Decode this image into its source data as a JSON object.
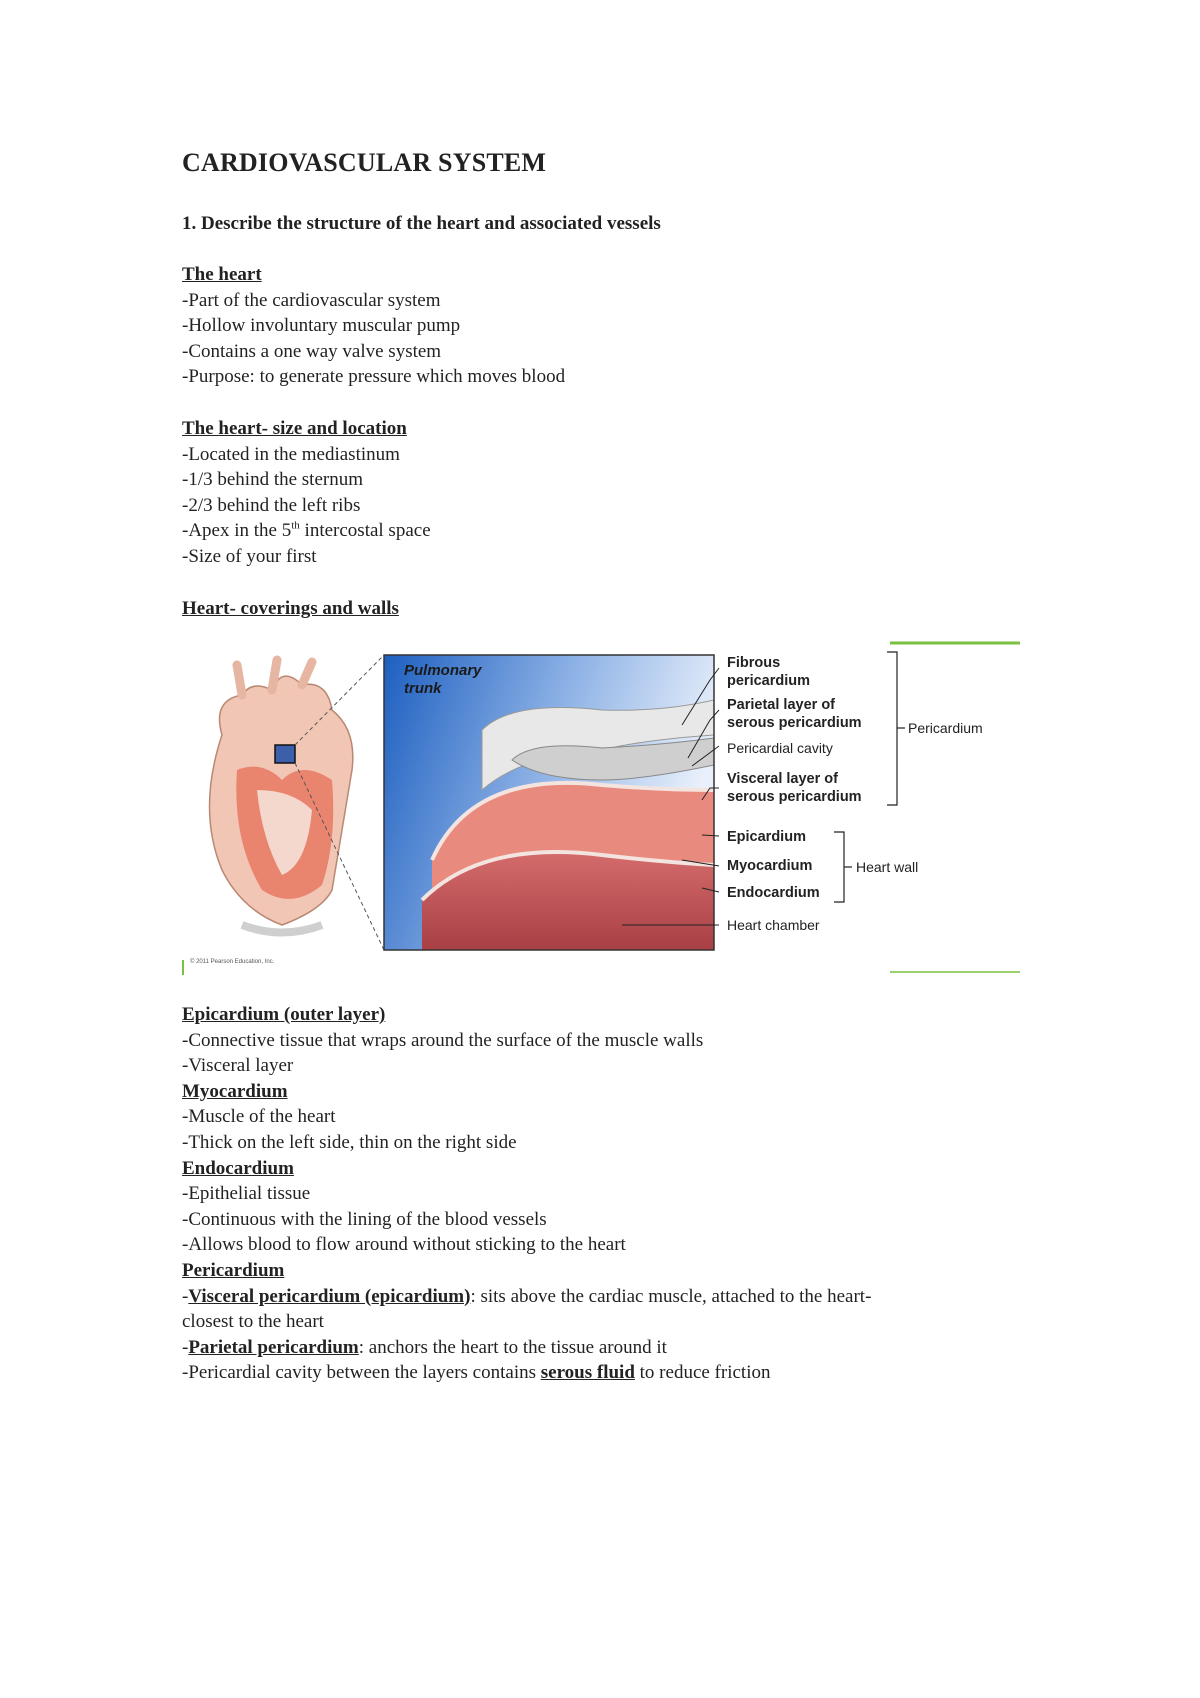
{
  "title": "CARDIOVASCULAR SYSTEM",
  "question": "1. Describe the structure of the heart and associated vessels",
  "sections": {
    "heart": {
      "heading": "The heart",
      "lines": [
        "-Part of the cardiovascular system",
        "-Hollow involuntary muscular pump",
        "-Contains a one way valve system",
        "-Purpose: to generate pressure which moves blood"
      ]
    },
    "size_location": {
      "heading": "The heart- size and location",
      "lines": [
        "-Located in the mediastinum",
        "-1/3 behind the sternum",
        "-2/3 behind the left ribs"
      ],
      "apex_pre": "-Apex in the 5",
      "apex_sup": "th",
      "apex_post": " intercostal space",
      "last": "-Size of your first"
    },
    "coverings": {
      "heading": "Heart- coverings and walls"
    },
    "epicardium": {
      "heading": "Epicardium (outer layer)",
      "lines": [
        "-Connective tissue that wraps around the surface of the muscle walls",
        "-Visceral layer"
      ]
    },
    "myocardium": {
      "heading": "Myocardium ",
      "lines": [
        "-Muscle of the heart",
        "-Thick on the left side, thin on the right side"
      ]
    },
    "endocardium": {
      "heading": "Endocardium",
      "lines": [
        "-Epithelial tissue",
        "-Continuous with the lining of the blood vessels",
        "-Allows blood to flow around without sticking to the heart"
      ]
    },
    "pericardium": {
      "heading": "Pericardium",
      "visceral_term": "Visceral pericardium (epicardium)",
      "visceral_text": ": sits above the cardiac muscle, attached to the heart-",
      "visceral_cont": "closest to the heart",
      "parietal_term": "Parietal pericardium",
      "parietal_text": ": anchors the heart to the tissue around it",
      "cavity_pre": "-Pericardial cavity between the layers contains ",
      "cavity_term": "serous fluid",
      "cavity_post": " to reduce friction"
    }
  },
  "figure": {
    "pulmonary_trunk": [
      "Pulmonary",
      "trunk"
    ],
    "fibrous": [
      "Fibrous",
      "pericardium"
    ],
    "parietal": [
      "Parietal layer of",
      "serous pericardium"
    ],
    "cavity": "Pericardial cavity",
    "visceral": [
      "Visceral layer of",
      "serous pericardium"
    ],
    "epicardium": "Epicardium",
    "myocardium": "Myocardium",
    "endocardium": "Endocardium",
    "heart_chamber": "Heart chamber",
    "pericardium_group": "Pericardium",
    "heart_wall_group": "Heart wall",
    "copyright": "© 2011 Pearson Education, Inc.",
    "colors": {
      "accent_green": "#7ac142",
      "muscle": "#e88a7e",
      "blue": "#2f6fc9"
    }
  }
}
